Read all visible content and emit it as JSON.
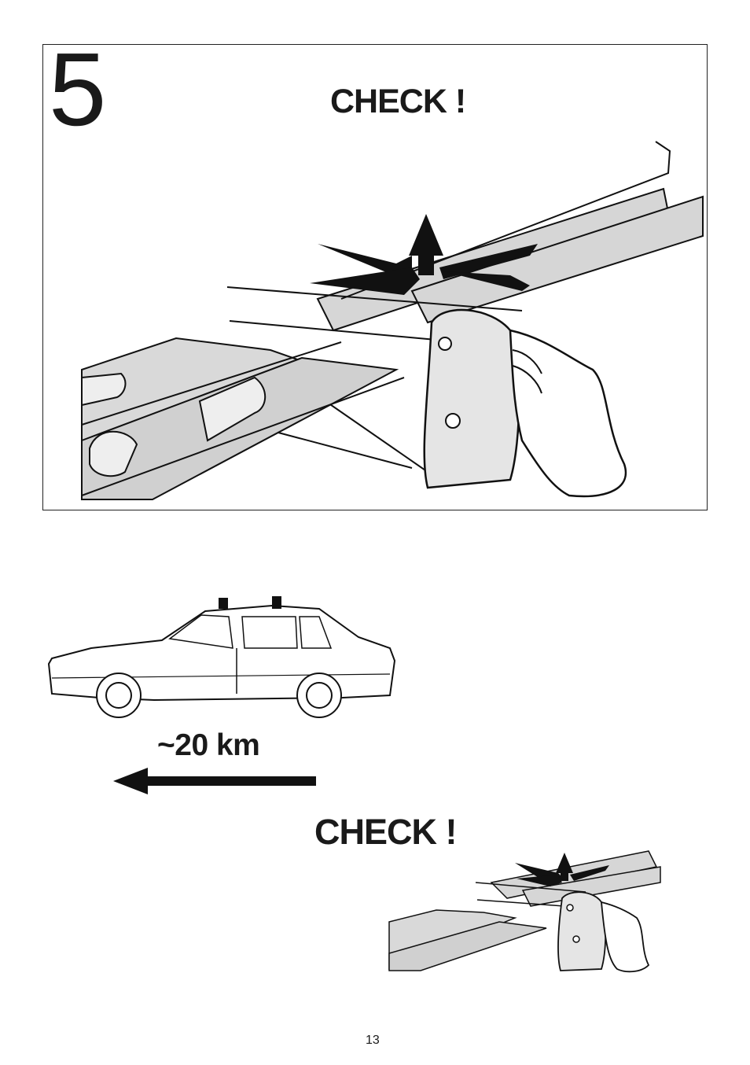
{
  "step": {
    "number": "5",
    "heading": "CHECK !"
  },
  "drive": {
    "distance_label": "~20 km"
  },
  "check_again": {
    "heading": "CHECK !"
  },
  "page": {
    "number": "13"
  }
}
